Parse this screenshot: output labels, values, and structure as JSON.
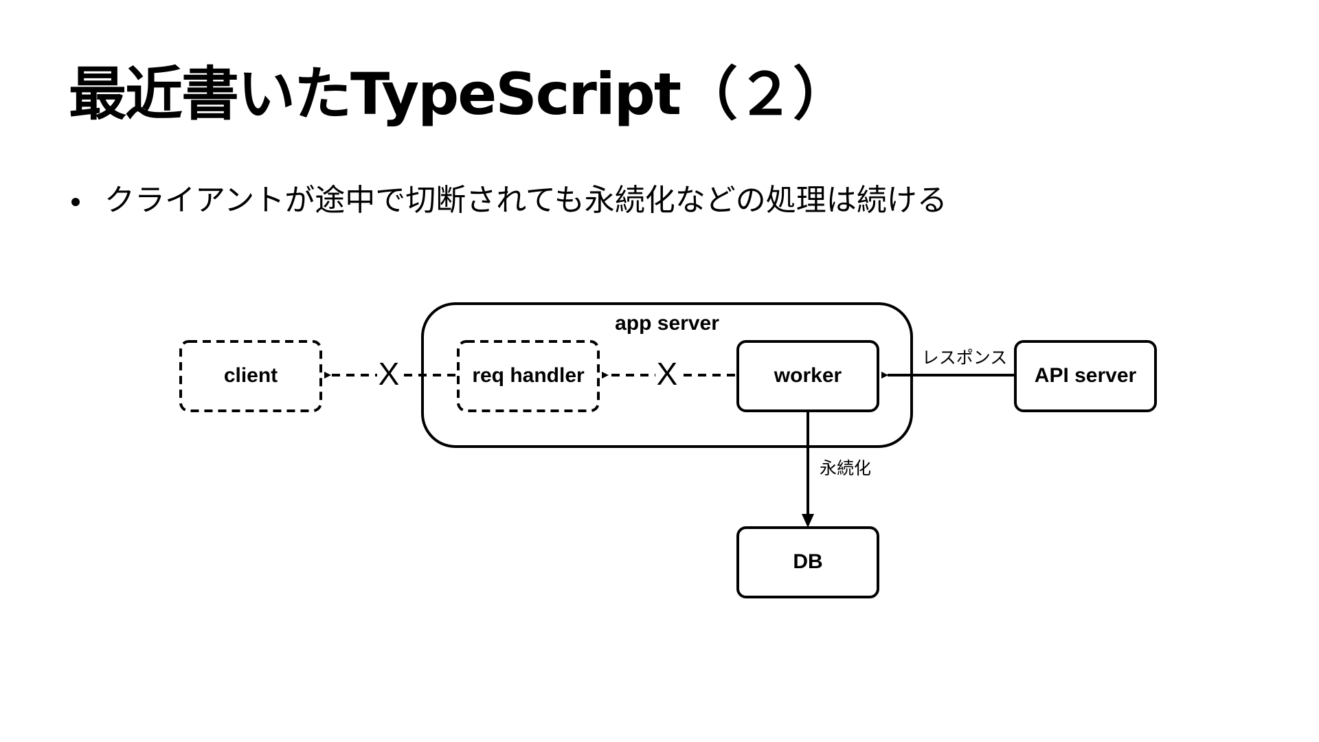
{
  "slide": {
    "title": "最近書いたTypeScript（２）",
    "bullets": [
      "クライアントが途中で切断されても永続化などの処理は続ける"
    ]
  },
  "diagram": {
    "nodes": {
      "app_server": "app server",
      "client": "client",
      "req_handler": "req handler",
      "worker": "worker",
      "api_server": "API server",
      "db": "DB"
    },
    "edges": {
      "response_label": "レスポンス",
      "persist_label": "永続化",
      "cut_mark": "X"
    }
  }
}
